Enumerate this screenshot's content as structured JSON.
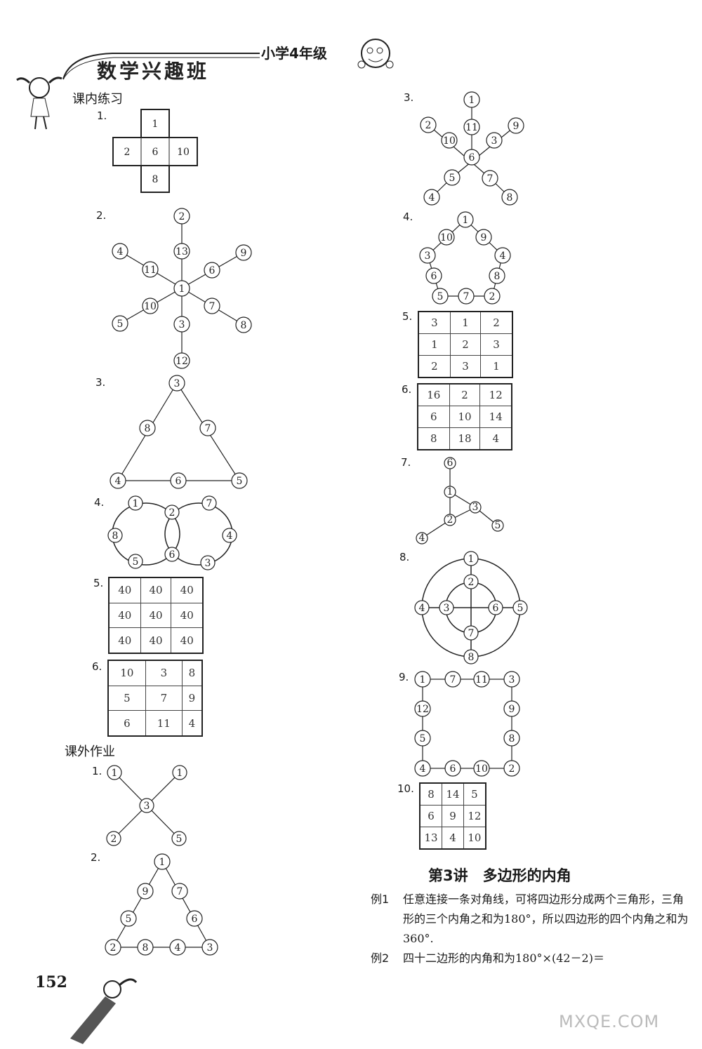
{
  "header": {
    "title": "数学兴趣班",
    "grade": "小学4年级"
  },
  "sections": {
    "in_class": "课内练习",
    "homework": "课外作业"
  },
  "in_class": {
    "p1": {
      "label": "1.",
      "nodes": [
        "1",
        "2",
        "6",
        "10",
        "8"
      ]
    },
    "p2": {
      "label": "2.",
      "nodes": [
        "2",
        "13",
        "4",
        "11",
        "9",
        "6",
        "1",
        "10",
        "5",
        "7",
        "8",
        "3",
        "12"
      ]
    },
    "p3": {
      "label": "3.",
      "nodes": [
        "3",
        "8",
        "7",
        "4",
        "6",
        "5"
      ]
    },
    "p4": {
      "label": "4.",
      "nodes": [
        "1",
        "2",
        "7",
        "8",
        "4",
        "5",
        "6",
        "3"
      ]
    },
    "p5": {
      "label": "5.",
      "grid": [
        [
          "40",
          "40",
          "40"
        ],
        [
          "40",
          "40",
          "40"
        ],
        [
          "40",
          "40",
          "40"
        ]
      ]
    },
    "p6": {
      "label": "6.",
      "grid": [
        [
          "10",
          "3",
          "8"
        ],
        [
          "5",
          "7",
          "9"
        ],
        [
          "6",
          "11",
          "4"
        ]
      ]
    }
  },
  "homework": {
    "p1": {
      "label": "1.",
      "nodes": [
        "1",
        "1",
        "3",
        "2",
        "5"
      ]
    },
    "p2": {
      "label": "2.",
      "nodes": [
        "1",
        "9",
        "7",
        "5",
        "6",
        "2",
        "8",
        "4",
        "3"
      ]
    },
    "p3": {
      "label": "3.",
      "nodes": [
        "1",
        "2",
        "11",
        "10",
        "9",
        "3",
        "6",
        "5",
        "4",
        "7",
        "8"
      ]
    },
    "p4": {
      "label": "4.",
      "nodes": [
        "1",
        "10",
        "9",
        "3",
        "4",
        "6",
        "8",
        "5",
        "7",
        "2"
      ]
    },
    "p5": {
      "label": "5.",
      "grid": [
        [
          "3",
          "1",
          "2"
        ],
        [
          "1",
          "2",
          "3"
        ],
        [
          "2",
          "3",
          "1"
        ]
      ]
    },
    "p6": {
      "label": "6.",
      "grid": [
        [
          "16",
          "2",
          "12"
        ],
        [
          "6",
          "10",
          "14"
        ],
        [
          "8",
          "18",
          "4"
        ]
      ]
    },
    "p7": {
      "label": "7.",
      "nodes": [
        "6",
        "1",
        "3",
        "2",
        "5",
        "4"
      ]
    },
    "p8": {
      "label": "8.",
      "nodes": [
        "1",
        "2",
        "4",
        "3",
        "6",
        "5",
        "7",
        "8"
      ]
    },
    "p9": {
      "label": "9.",
      "nodes": [
        "1",
        "7",
        "11",
        "3",
        "12",
        "9",
        "5",
        "8",
        "4",
        "6",
        "10",
        "2"
      ]
    },
    "p10": {
      "label": "10.",
      "grid": [
        [
          "8",
          "14",
          "5"
        ],
        [
          "6",
          "9",
          "12"
        ],
        [
          "13",
          "4",
          "10"
        ]
      ]
    }
  },
  "lecture": {
    "title": "第3讲　多边形的内角"
  },
  "examples": [
    {
      "label": "例1",
      "text": "任意连接一条对角线，可将四边形分成两个三角形，三角形的三个内角之和为180°，所以四边形的四个内角之和为360°."
    },
    {
      "label": "例2",
      "text": "四十二边形的内角和为180°×(42－2)＝"
    }
  ],
  "page_number": "152",
  "watermark": "MXQE.COM"
}
